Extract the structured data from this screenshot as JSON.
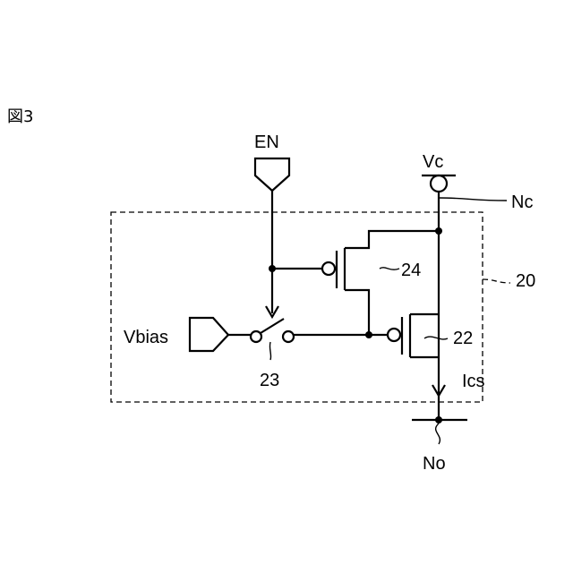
{
  "figure_label": "図3",
  "labels": {
    "enable": "EN",
    "supply": "Vc",
    "supply_node": "Nc",
    "bias": "Vbias",
    "output_node": "No",
    "current": "Ics",
    "block_ref": "20",
    "transistor_main_ref": "22",
    "switch_ref": "23",
    "transistor_aux_ref": "24"
  }
}
